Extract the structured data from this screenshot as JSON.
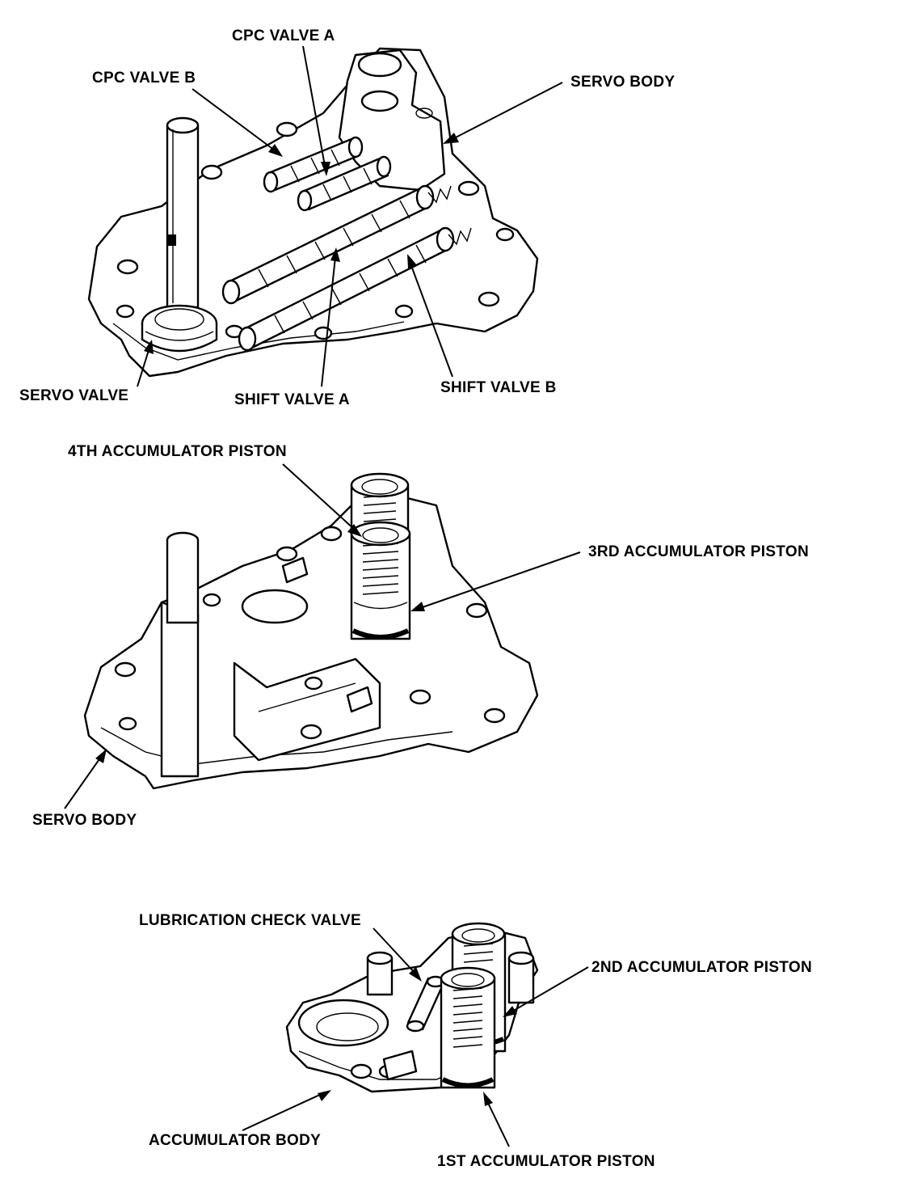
{
  "labels": {
    "cpc_valve_a": "CPC VALVE A",
    "cpc_valve_b": "CPC VALVE B",
    "servo_body_top": "SERVO BODY",
    "servo_valve": "SERVO VALVE",
    "shift_valve_a": "SHIFT VALVE A",
    "shift_valve_b": "SHIFT VALVE B",
    "accum_4th": "4TH ACCUMULATOR PISTON",
    "accum_3rd": "3RD ACCUMULATOR PISTON",
    "servo_body_mid": "SERVO BODY",
    "lube_check": "LUBRICATION CHECK VALVE",
    "accum_2nd": "2ND ACCUMULATOR PISTON",
    "accum_body": "ACCUMULATOR BODY",
    "accum_1st": "1ST ACCUMULATOR PISTON"
  },
  "colors": {
    "ink": "#000000",
    "paper": "#ffffff"
  }
}
